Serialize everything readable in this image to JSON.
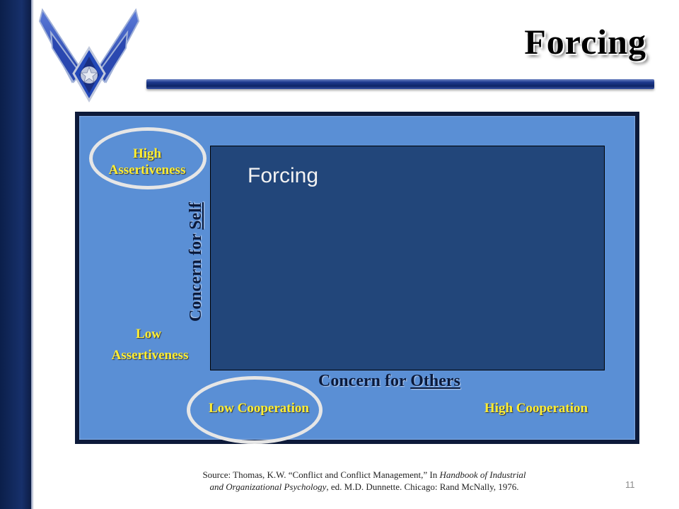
{
  "slide": {
    "title": "Forcing",
    "page_number": "11"
  },
  "diagram": {
    "inner_label": "Forcing",
    "high_assertiveness": "High Assertiveness",
    "low_assertiveness_1": "Low",
    "low_assertiveness_2": "Assertiveness",
    "low_cooperation": "Low Cooperation",
    "high_cooperation": "High Cooperation",
    "x_axis_prefix": "Concern for ",
    "x_axis_emph": "Others",
    "y_axis_prefix": "Concern for ",
    "y_axis_emph": "Self"
  },
  "source": {
    "prefix": "Source:  Thomas, K.W. “Conflict and Conflict Management,” In ",
    "book1": "Handbook of Industrial",
    "book2": "and Organizational Psychology",
    "suffix": ", ed. M.D. Dunnette.  Chicago:  Rand McNally, 1976."
  },
  "colors": {
    "panel": "#5a8fd5",
    "inner_box": "#22467a",
    "highlight_text": "#ffee33",
    "stripe": "#17306b"
  },
  "icons": {
    "logo": "air-force-wings-logo"
  }
}
